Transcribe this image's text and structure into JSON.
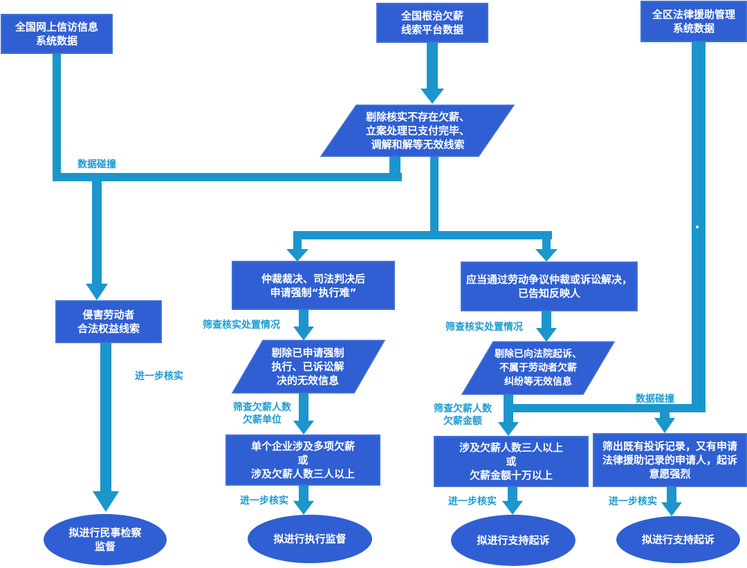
{
  "sources": {
    "petition": "全国网上信访信息\n系统数据",
    "wage_platform": "全国根治欠薪\n线索平台数据",
    "legal_aid": "全区法律援助管理\n系统数据"
  },
  "filter_top": "剔除核实不存在欠薪、\n立案处理已支付完毕、\n调解和解等无效线索",
  "collision_label_1": "数据碰撞",
  "collision_label_2": "数据碰撞",
  "infringement": "侵害劳动者\n合法权益线索",
  "further_verify_1": "进一步核实",
  "further_verify_2": "进一步核实",
  "further_verify_3": "进一步核实",
  "further_verify_4": "进一步核实",
  "execution_box": "仲裁裁决、司法判决后\n申请强制“执行难”",
  "dispute_box": "应当通过劳动争议仲裁或诉讼解决，\n已告知反映人",
  "screen_verify_1": "筛查核实处置情况",
  "screen_verify_2": "筛查核实处置情况",
  "filter_execution": "剔除已申请强制\n执行、已诉讼解\n决的无效信息",
  "filter_dispute": "剔除已向法院起诉、\n不属于劳动者欠薪\n纠纷等无效信息",
  "screen_unit": "筛查欠薪人数\n欠薪单位",
  "screen_amount": "筛查欠薪人数\n欠薪金额",
  "criteria_execution": "单个企业涉及多项欠薪\n或\n涉及欠薪人数三人以上",
  "criteria_dispute": "涉及欠薪人数三人以上\n或\n欠薪金额十万以上",
  "criteria_legal_aid": "筛出既有投诉记录，又有申请\n法律援助记录的申请人，起诉\n意愿强烈",
  "outcomes": {
    "civil_supervision": "拟进行民事检察\n监督",
    "execution_supervision": "拟进行执行监督",
    "support_lawsuit_1": "拟进行支持起诉",
    "support_lawsuit_2": "拟进行支持起诉"
  },
  "colors": {
    "box": "#2f5fd2",
    "line": "#1a96cc",
    "label": "#1e9bd0"
  }
}
